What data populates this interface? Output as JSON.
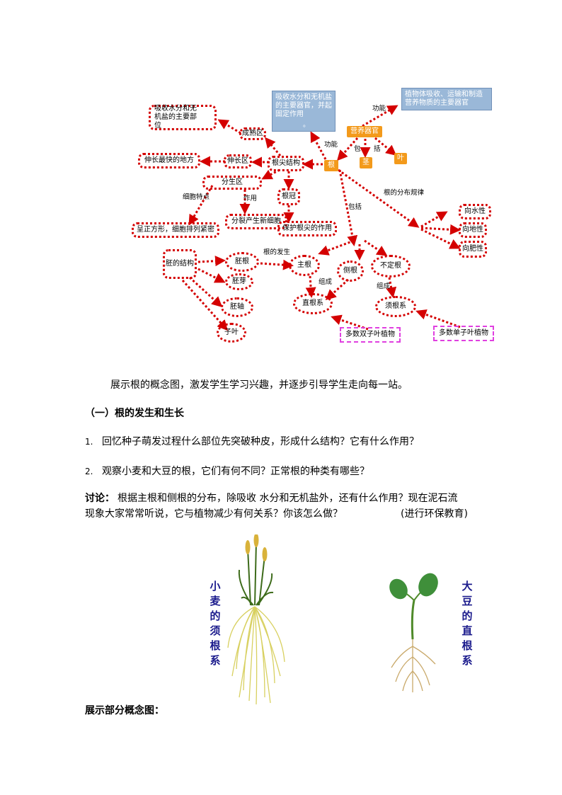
{
  "concept_map": {
    "blue_box_1": "吸收水分和无机盐的主要器官，并起固定作用",
    "blue_box_1_mark": "。",
    "blue_box_2": "植物体吸收、运输和制造营养物质的主要器官",
    "label_function_1": "功能",
    "label_function_2": "功能",
    "nutrient_organ": "营养器官",
    "root": "根",
    "stem": "茎",
    "leaf": "叶",
    "label_bao": "包",
    "label_kuo": "括",
    "label_baokuo": "包括",
    "absorb_region": "吸收水分和无机盐的主要部位",
    "maturation_zone": "成熟区",
    "fastest_growth": "伸长最快的地方",
    "elongation_zone": "伸长区",
    "root_tip_structure": "根尖结构",
    "meristem_zone": "分生区",
    "root_cap": "根冠",
    "label_cell_features": "细胞特点",
    "label_action": "作用",
    "cell_shape": "呈正方形，细胞排列紧密",
    "divide_cells": "分裂产生新细胞",
    "protect_tip": "保护根尖的作用",
    "label_distribution": "根的分布规律",
    "hydrotropism": "向水性",
    "geotropism": "向地性",
    "fertilizer_tropism": "向肥性",
    "embryo_structure": "胚的结构",
    "radicle": "胚根",
    "plumule": "胚芽",
    "hypocotyl": "胚轴",
    "cotyledon": "子叶",
    "label_root_origin": "根的发生",
    "main_root": "主根",
    "lateral_root": "侧根",
    "adventitious_root": "不定根",
    "label_compose_1": "组成",
    "label_compose_2": "组成",
    "taproot_system": "直根系",
    "fibrous_root_system": "须根系",
    "dicots": "多数双子叶植物",
    "monocots": "多数单子叶植物"
  },
  "text": {
    "intro": "展示根的概念图，激发学生学习兴趣，并逐步引导学生走向每一站。",
    "section_title": "（一）根的发生和生长",
    "q1_num": "1.",
    "q1": "回忆种子萌发过程什么部位先突破种皮，形成什么结构？它有什么作用？",
    "q2_num": "2.",
    "q2": "观察小麦和大豆的根，它们有何不同？正常根的种类有哪些？",
    "discuss_label": "讨论：",
    "discuss_line1": "根据主根和侧根的分布，除吸收 水分和无机盐外，还有什么作用？现在泥石流",
    "discuss_line2": "现象大家常常听说，它与植物减少有何关系？你该怎么做？",
    "discuss_note": "(进行环保教育)",
    "wheat_caption": [
      "小",
      "麦",
      "的",
      "须",
      "根",
      "系"
    ],
    "soybean_caption": [
      "大",
      "豆",
      "的",
      "直",
      "根",
      "系"
    ],
    "footer": "展示部分概念图："
  },
  "colors": {
    "arrow_red": "#d40000",
    "blue_box": "#9ab8d8",
    "orange_box": "#f39a1b",
    "pink_border": "#e040e0",
    "caption_blue": "#1a1a8c"
  }
}
